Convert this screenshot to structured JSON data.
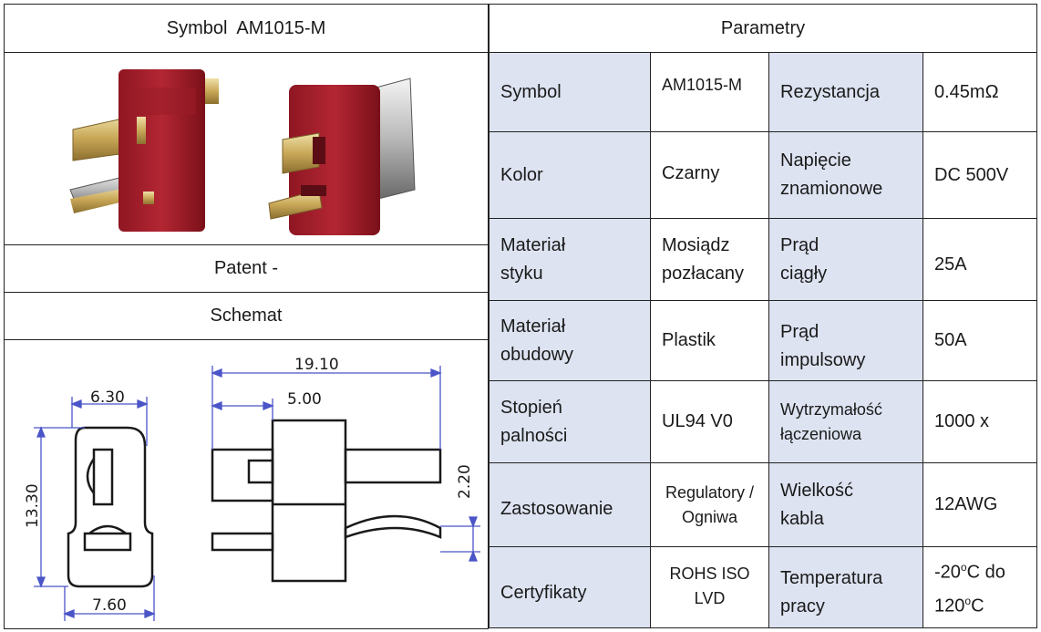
{
  "left": {
    "symbol_header": "Symbol  AM1015-M",
    "patent": "Patent -",
    "schematic_title": "Schemat",
    "dimensions": {
      "total_length": "19.10",
      "body_length": "5.00",
      "width_top": "6.30",
      "height": "13.30",
      "width_bottom": "7.60",
      "pin_thickness": "2.20"
    }
  },
  "right": {
    "header": "Parametry",
    "rows": [
      {
        "label1": "Symbol",
        "value1": "AM1015-M",
        "label2": "Rezystancja",
        "value2": "0.45mΩ"
      },
      {
        "label1": "Kolor",
        "value1": "Czarny",
        "label2": "Napięcie znamionowe",
        "value2": "DC 500V"
      },
      {
        "label1": "Materiał styku",
        "value1": "Mosiądz pozłacany",
        "label2": "Prąd ciągły",
        "value2": "25A"
      },
      {
        "label1": "Materiał obudowy",
        "value1": "Plastik",
        "label2": "Prąd impulsowy",
        "value2": "50A"
      },
      {
        "label1": "Stopień palności",
        "value1": "UL94 V0",
        "label2": "Wytrzymałość łączeniowa",
        "value2": "1000 x"
      },
      {
        "label1": "Zastosowanie",
        "value1": "Regulatory / Ogniwa",
        "label2": "Wielkość kabla",
        "value2": "12AWG"
      },
      {
        "label1": "Certyfikaty",
        "value1": "ROHS ISO LVD",
        "label2": "Temperatura pracy",
        "value2_prefix": "-20",
        "value2_mid": "C do 120",
        "value2_suffix": "C",
        "degree": "o"
      }
    ]
  },
  "colors": {
    "label_bg": "#dde3f1",
    "border": "#222222",
    "dim_line": "#4a55c8",
    "connector_red": "#a8202c",
    "gold": "#c9a858"
  }
}
